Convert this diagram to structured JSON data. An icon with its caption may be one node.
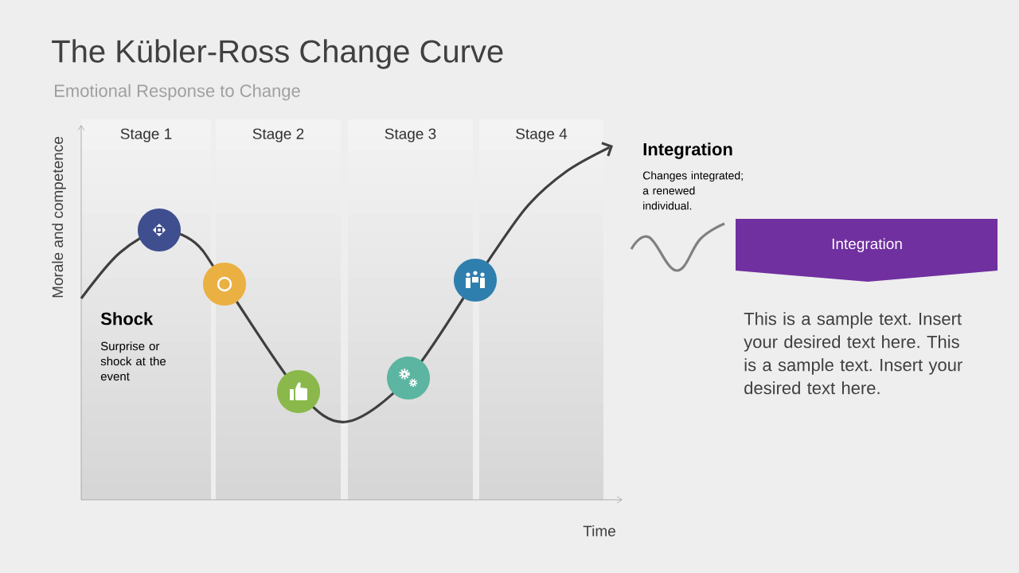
{
  "diagram": {
    "title": "The Kübler-Ross Change Curve",
    "nodes": [
      {
        "text": [
          "Integration"
        ]
      }
    ],
    "labels": [
      "Emotional Response to Change",
      "Stage 1",
      "Stage 2",
      "Stage 3",
      "Stage 4",
      "Morale and competence",
      "Shock",
      "Surprise or shock at the event",
      "Integration",
      "Changes integrated; a renewed individual.",
      "This is a sample text. Insert your desired text here. This is a sample text. Insert your desired text here.",
      "Time"
    ]
  }
}
